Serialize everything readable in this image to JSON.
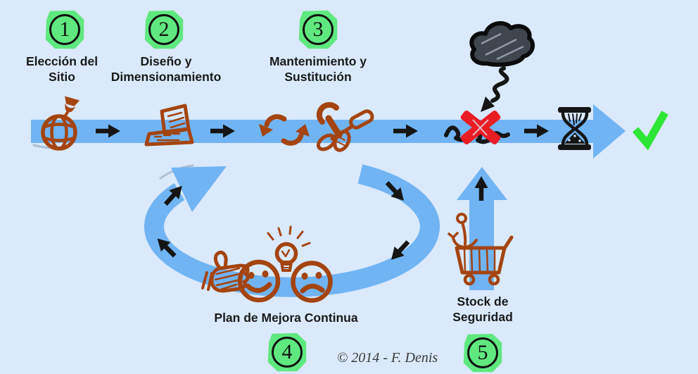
{
  "colors": {
    "background": "#DAE9FB",
    "band": "#70B4F4",
    "ink": "#151515",
    "brown": "#A4440F",
    "green": "#5FE87F",
    "check": "#2EE636",
    "red": "#EA1C24",
    "text": "#1A1A1A",
    "copyright": "#3A3A3A"
  },
  "steps": [
    {
      "number": "1",
      "lines": [
        "Elección del",
        "Sitio"
      ]
    },
    {
      "number": "2",
      "lines": [
        "Diseño y",
        "Dimensionamiento"
      ]
    },
    {
      "number": "3",
      "lines": [
        "Mantenimiento y",
        "Sustitución"
      ]
    },
    {
      "number": "4",
      "lines": [
        "Plan de Mejora Continua"
      ]
    },
    {
      "number": "5",
      "lines": [
        "Stock de",
        "Seguridad"
      ]
    }
  ],
  "icons": [
    "site-globe-pin",
    "design-laptop",
    "replace-swap-arrows",
    "maintenance-tools",
    "storm-cloud",
    "failure-x",
    "hourglass",
    "success-check",
    "thumbs-up",
    "happy-face",
    "idea-bulb",
    "sad-face",
    "safety-stock-cart"
  ],
  "copyright": "© 2014 - F. Denis"
}
